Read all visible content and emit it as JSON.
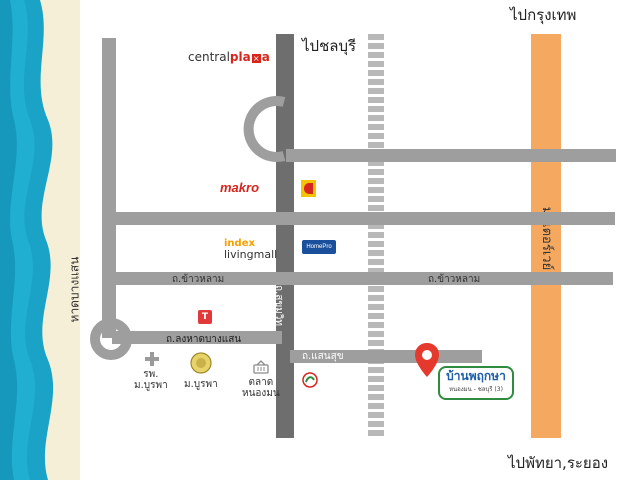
{
  "directions": {
    "to_bangkok": "ไปกรุงเทพ",
    "to_chonburi": "ไปชลบุรี",
    "to_pattaya": "ไปพัทยา,ระยอง"
  },
  "beach": {
    "label": "หาดบางแสน"
  },
  "roads": {
    "motorway": "มอเตอร์เวย์",
    "sukhumvit": "ถ.สุขุมวิท",
    "khaolam_left": "ถ.ข้าวหลาม",
    "khaolam_right": "ถ.ข้าวหลาม",
    "long_had_bangsaen": "ถ.ลงหาดบางแสน",
    "saensuk": "ถ.แสนสุข"
  },
  "landmarks": {
    "central_plaza_a": "central",
    "central_plaza_b": "pla",
    "central_plaza_c": "a",
    "makro": "makro",
    "index_a": "index",
    "index_b": "livingmall",
    "hospital": "รพ.\nม.บูรพา",
    "university": "ม.บูรพา",
    "market": "ตลาด\nหนองมน",
    "homepro": "HomePro",
    "tops": "T"
  },
  "project": {
    "name": "บ้านพฤกษา",
    "subtitle": "หนองมน - ชลบุรี (3)"
  },
  "colors": {
    "sea": "#1aa3c6",
    "sand": "#f6efd8",
    "road_light": "#a0a0a0",
    "road_dark": "#6e6e6e",
    "motorway": "#f4a860",
    "pin": "#e5392e",
    "project_green": "#2e8b3f",
    "makro_red": "#d7261e"
  }
}
